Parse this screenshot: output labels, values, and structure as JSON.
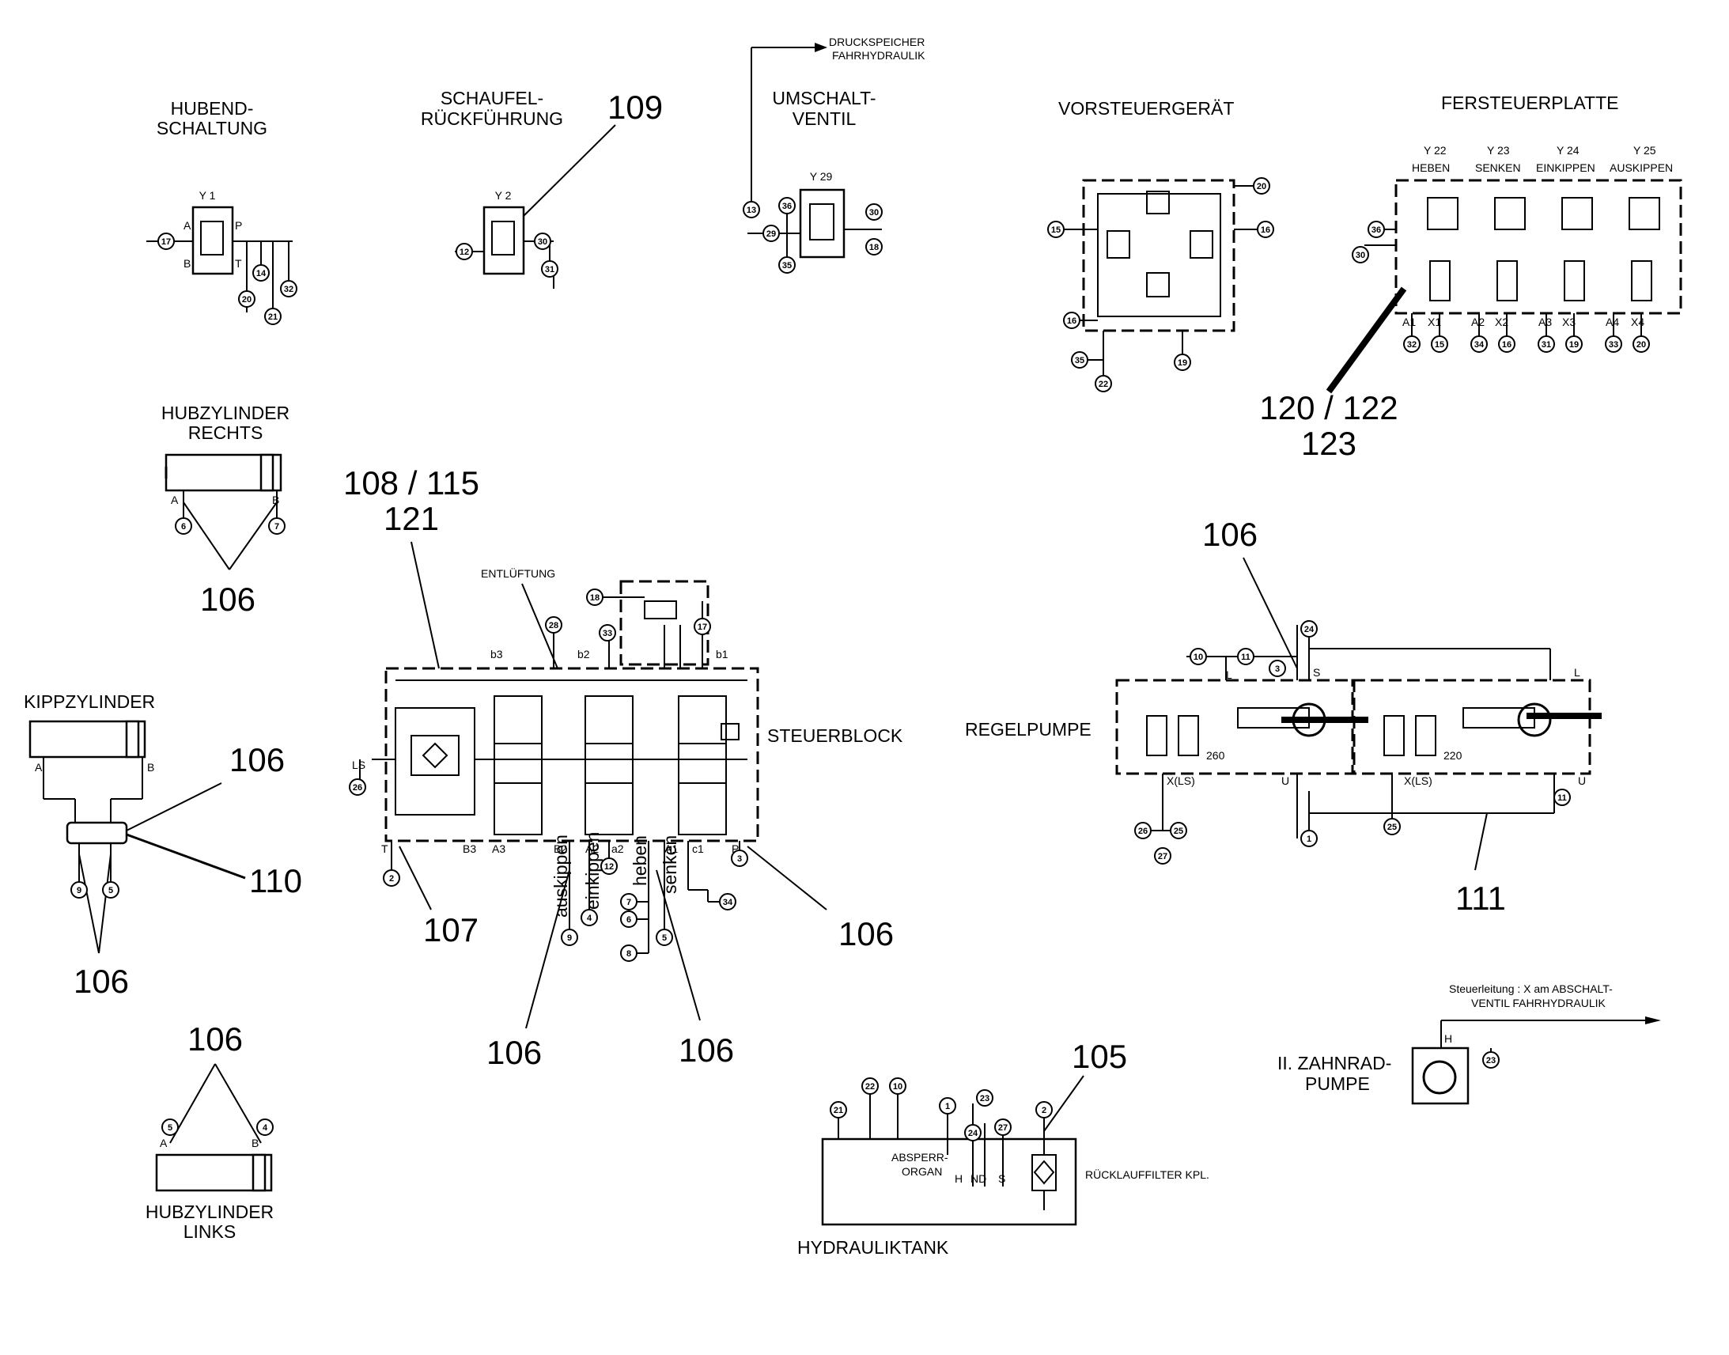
{
  "labels": {
    "hubend": [
      "HUBEND-",
      "SCHALTUNG"
    ],
    "schaufel": [
      "SCHAUFEL-",
      "RÜCKFÜHRUNG"
    ],
    "umschalt": [
      "UMSCHALT-",
      "VENTIL"
    ],
    "druckspeicher": [
      "DRUCKSPEICHER",
      "FAHRHYDRAULIK"
    ],
    "vorsteuer": "VORSTEUERGERÄT",
    "fersteuer": "FERSTEUERPLATTE",
    "hubzyl_rechts": [
      "HUBZYLINDER",
      "RECHTS"
    ],
    "kippzylinder": "KIPPZYLINDER",
    "steuerblock": "STEUERBLOCK",
    "entlueftung": "ENTLÜFTUNG",
    "regelpumpe": "REGELPUMPE",
    "steuerleitung": [
      "Steuerleitung : X am ABSCHALT-",
      "VENTIL FAHRHYDRAULIK"
    ],
    "zahnradpumpe": [
      "II. ZAHNRAD-",
      "PUMPE"
    ],
    "hubzyl_links": [
      "HUBZYLINDER",
      "LINKS"
    ],
    "hydrauliktank": "HYDRAULIKTANK",
    "absperr": [
      "ABSPERR-",
      "ORGAN"
    ],
    "ruecklauf": "RÜCKLAUFFILTER KPL."
  },
  "valves": {
    "y1": "Y 1",
    "y2": "Y 2",
    "y29": "Y 29",
    "y22": "Y 22",
    "y23": "Y 23",
    "y24": "Y 24",
    "y25": "Y 25",
    "heben": "HEBEN",
    "senken": "SENKEN",
    "einkippen": "EINKIPPEN",
    "auskippen": "AUSKIPPEN"
  },
  "refs": {
    "r109": "109",
    "r120": "120 / 122",
    "r123": "123",
    "r108": "108 / 115",
    "r121": "121",
    "r106_hr": "106",
    "r106_k1": "106",
    "r110": "110",
    "r106_k2": "106",
    "r107": "107",
    "r106_s1": "106",
    "r106_s2": "106",
    "r106_s3": "106",
    "r106_rp": "106",
    "r111": "111",
    "r106_hl": "106",
    "r105": "105"
  },
  "port_letters": {
    "A": "A",
    "B": "B",
    "P": "P",
    "T": "T",
    "LS": "LS",
    "b3": "b3",
    "b2": "b2",
    "b1": "b1",
    "B3": "B3",
    "A3": "A3",
    "B2": "B2",
    "A2": "A2",
    "a2": "a2",
    "A1": "A1",
    "c1": "c1",
    "a1": "a1",
    "A1x": "A1",
    "X1": "X1",
    "A2x": "A2",
    "X2": "X2",
    "A3x": "A3",
    "X3": "X3",
    "A4x": "A4",
    "X4": "X4",
    "L": "L",
    "S": "S",
    "U": "U",
    "XLS": "X(LS)",
    "H": "H",
    "v260": "260",
    "v220": "220",
    "HND": "H",
    "ND": "ND",
    "S2": "S"
  },
  "spool_words": [
    "auskippen",
    "einkippen",
    "heben",
    "senken"
  ],
  "port_numbers": {
    "hubend": [
      "17",
      "14",
      "32",
      "20",
      "21"
    ],
    "schaufel": [
      "12",
      "30",
      "31"
    ],
    "umschalt": [
      "13",
      "29",
      "36",
      "35",
      "30",
      "18"
    ],
    "vorsteuer": [
      "15",
      "16",
      "35",
      "22",
      "19",
      "20",
      "16"
    ],
    "fersteuer": [
      "36",
      "30",
      "32",
      "15",
      "34",
      "16",
      "31",
      "19",
      "33",
      "20"
    ],
    "hubzyl_rechts": [
      "6",
      "7"
    ],
    "kipp": [
      "9",
      "5"
    ],
    "steuer": [
      "18",
      "33",
      "17",
      "28",
      "26",
      "2",
      "3",
      "12",
      "4",
      "9",
      "7",
      "6",
      "5",
      "8",
      "34"
    ],
    "regel": [
      "10",
      "11",
      "3",
      "24",
      "26",
      "25",
      "27",
      "25",
      "1",
      "11"
    ],
    "hubzyl_links": [
      "5",
      "4"
    ],
    "zahnrad": [
      "23"
    ],
    "tank": [
      "21",
      "22",
      "10",
      "1",
      "24",
      "23",
      "27",
      "2"
    ]
  }
}
